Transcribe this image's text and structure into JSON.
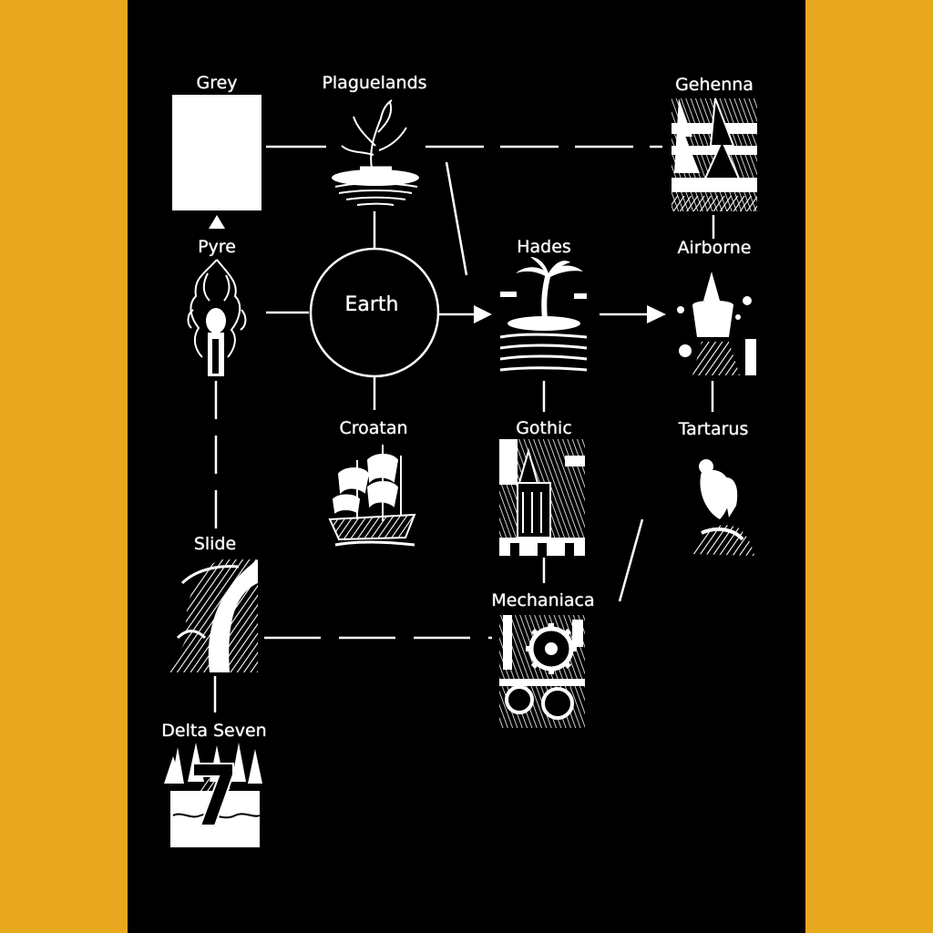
{
  "colors": {
    "border": "#E8A920",
    "panel": "#000000",
    "ink": "#FFFFFF"
  },
  "hub": {
    "label": "Earth"
  },
  "nodes": [
    {
      "id": "grey",
      "label": "Grey",
      "icon": "blank-card-icon"
    },
    {
      "id": "plaguelands",
      "label": "Plaguelands",
      "icon": "dead-tree-icon"
    },
    {
      "id": "gehenna",
      "label": "Gehenna",
      "icon": "burning-forest-icon"
    },
    {
      "id": "pyre",
      "label": "Pyre",
      "icon": "flaming-figure-icon"
    },
    {
      "id": "hades",
      "label": "Hades",
      "icon": "palm-island-icon"
    },
    {
      "id": "airborne",
      "label": "Airborne",
      "icon": "floating-spire-icon"
    },
    {
      "id": "croatan",
      "label": "Croatan",
      "icon": "sailing-ship-icon"
    },
    {
      "id": "gothic",
      "label": "Gothic",
      "icon": "gothic-tower-icon"
    },
    {
      "id": "tartarus",
      "label": "Tartarus",
      "icon": "vulture-icon"
    },
    {
      "id": "slide",
      "label": "Slide",
      "icon": "wave-swirl-icon"
    },
    {
      "id": "mechaniaca",
      "label": "Mechaniaca",
      "icon": "gears-icon"
    },
    {
      "id": "delta_seven",
      "label": "Delta Seven",
      "icon": "seven-forest-icon"
    }
  ]
}
